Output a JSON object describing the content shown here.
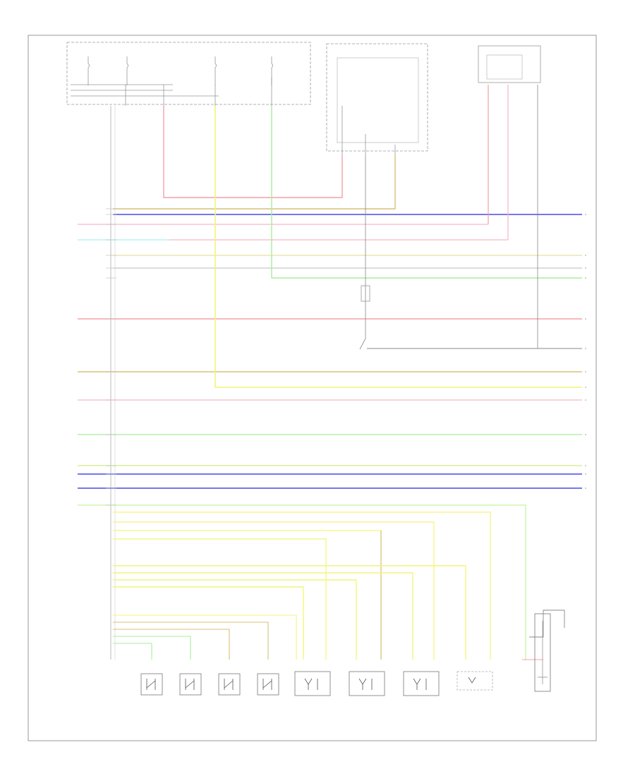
{
  "title": "",
  "footer_left": "",
  "footer_center": "",
  "wire_colors": {
    "red": "#f4a0a8",
    "blue": "#4848e8",
    "yellow": "#f4f47a",
    "green": "#a8ee9c",
    "tan": "#d8c079",
    "pink": "#f8b6c8",
    "cyan": "#a8f0f4",
    "ltgreen": "#c2f4a0",
    "gray": "#888888",
    "black": "#333333"
  },
  "components": [
    {
      "id": "fuse-block",
      "text": ""
    },
    {
      "id": "module-top-center",
      "text": ""
    },
    {
      "id": "module-top-right",
      "text": ""
    },
    {
      "id": "main-connector",
      "text": ""
    }
  ],
  "switches": [
    {
      "id": "sw1",
      "label": ""
    },
    {
      "id": "sw2",
      "label": ""
    },
    {
      "id": "sw3",
      "label": ""
    },
    {
      "id": "sw4",
      "label": ""
    }
  ],
  "sensors": [
    {
      "id": "sn1",
      "label": ""
    },
    {
      "id": "sn2",
      "label": ""
    },
    {
      "id": "sn3",
      "label": ""
    },
    {
      "id": "sn4",
      "label": ""
    },
    {
      "id": "sn5",
      "label": ""
    }
  ]
}
